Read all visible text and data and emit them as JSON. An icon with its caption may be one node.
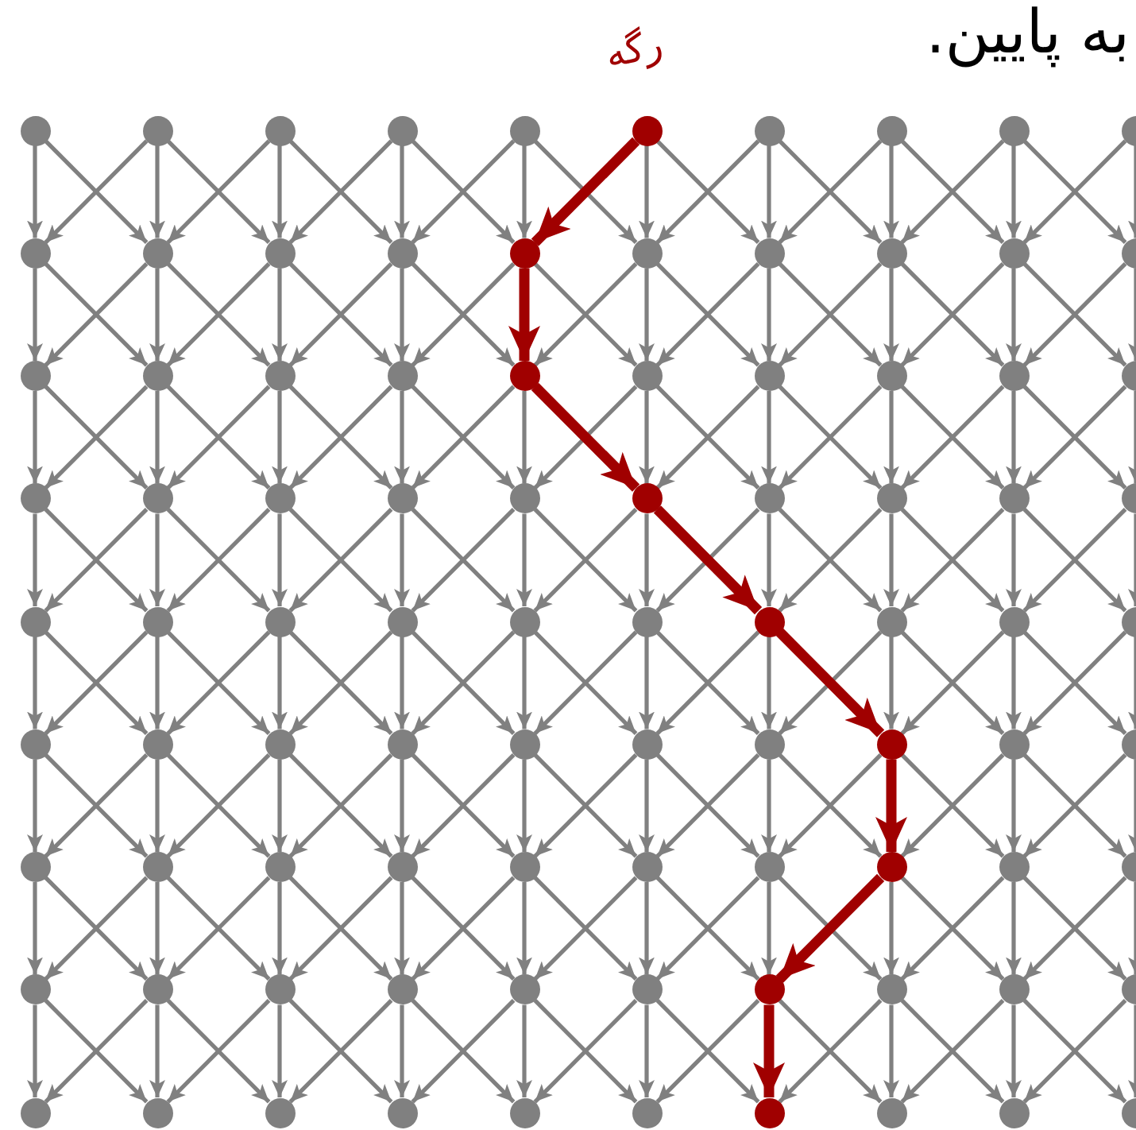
{
  "diagram": {
    "nodes": [
      {
        "text": [],
        "shape": "circle"
      },
      {
        "text": [],
        "shape": "circle"
      },
      {
        "text": [],
        "shape": "circle"
      },
      {
        "text": [],
        "shape": "circle"
      },
      {
        "text": [],
        "shape": "circle"
      },
      {
        "text": [],
        "shape": "circle",
        "beside": [
          "رگه"
        ]
      },
      {
        "text": [],
        "shape": "circle"
      },
      {
        "text": [],
        "shape": "circle"
      },
      {
        "text": [],
        "shape": "circle"
      },
      {
        "text": [],
        "shape": "circle"
      },
      {
        "text": [],
        "shape": "circle"
      },
      {
        "text": [],
        "shape": "circle"
      },
      {
        "text": [],
        "shape": "circle"
      },
      {
        "text": [],
        "shape": "circle"
      },
      {
        "text": [],
        "shape": "circle"
      },
      {
        "text": [],
        "shape": "circle"
      },
      {
        "text": [],
        "shape": "circle"
      },
      {
        "text": [],
        "shape": "circle"
      },
      {
        "text": [],
        "shape": "circle"
      },
      {
        "text": [],
        "shape": "circle"
      },
      {
        "text": [],
        "shape": "circle"
      },
      {
        "text": [],
        "shape": "circle"
      },
      {
        "text": [],
        "shape": "circle"
      },
      {
        "text": [],
        "shape": "circle"
      },
      {
        "text": [],
        "shape": "circle"
      },
      {
        "text": [],
        "shape": "circle"
      },
      {
        "text": [],
        "shape": "circle"
      },
      {
        "text": [],
        "shape": "circle"
      },
      {
        "text": [],
        "shape": "circle"
      },
      {
        "text": [],
        "shape": "circle"
      },
      {
        "text": [],
        "shape": "circle"
      },
      {
        "text": [],
        "shape": "circle"
      },
      {
        "text": [],
        "shape": "circle"
      },
      {
        "text": [],
        "shape": "circle"
      },
      {
        "text": [],
        "shape": "circle"
      },
      {
        "text": [],
        "shape": "circle"
      },
      {
        "text": [],
        "shape": "circle"
      },
      {
        "text": [],
        "shape": "circle"
      },
      {
        "text": [],
        "shape": "circle"
      },
      {
        "text": [],
        "shape": "circle"
      },
      {
        "text": [],
        "shape": "circle"
      },
      {
        "text": [],
        "shape": "circle"
      },
      {
        "text": [],
        "shape": "circle"
      },
      {
        "text": [],
        "shape": "circle"
      },
      {
        "text": [],
        "shape": "circle"
      },
      {
        "text": [],
        "shape": "circle"
      },
      {
        "text": [],
        "shape": "circle"
      },
      {
        "text": [],
        "shape": "circle"
      },
      {
        "text": [],
        "shape": "circle"
      },
      {
        "text": [],
        "shape": "circle"
      },
      {
        "text": [],
        "shape": "circle"
      },
      {
        "text": [],
        "shape": "circle"
      },
      {
        "text": [],
        "shape": "circle"
      },
      {
        "text": [],
        "shape": "circle"
      },
      {
        "text": [],
        "shape": "circle"
      },
      {
        "text": [],
        "shape": "circle"
      },
      {
        "text": [],
        "shape": "circle"
      },
      {
        "text": [],
        "shape": "circle"
      },
      {
        "text": [],
        "shape": "circle"
      },
      {
        "text": [],
        "shape": "circle"
      },
      {
        "text": [],
        "shape": "circle"
      },
      {
        "text": [],
        "shape": "circle"
      },
      {
        "text": [],
        "shape": "circle"
      },
      {
        "text": [],
        "shape": "circle"
      },
      {
        "text": [],
        "shape": "circle"
      },
      {
        "text": [],
        "shape": "circle"
      },
      {
        "text": [],
        "shape": "circle"
      },
      {
        "text": [],
        "shape": "circle"
      },
      {
        "text": [],
        "shape": "circle"
      },
      {
        "text": [],
        "shape": "circle"
      },
      {
        "text": [],
        "shape": "circle"
      },
      {
        "text": [],
        "shape": "circle"
      },
      {
        "text": [],
        "shape": "circle"
      },
      {
        "text": [],
        "shape": "circle"
      },
      {
        "text": [],
        "shape": "circle"
      },
      {
        "text": [],
        "shape": "circle"
      },
      {
        "text": [],
        "shape": "circle"
      },
      {
        "text": [],
        "shape": "circle"
      },
      {
        "text": [],
        "shape": "circle"
      },
      {
        "text": [],
        "shape": "circle"
      },
      {
        "text": [],
        "shape": "circle"
      },
      {
        "text": [],
        "shape": "circle"
      },
      {
        "text": [],
        "shape": "circle"
      },
      {
        "text": [],
        "shape": "circle"
      },
      {
        "text": [],
        "shape": "circle"
      },
      {
        "text": [],
        "shape": "circle"
      },
      {
        "text": [],
        "shape": "circle"
      },
      {
        "text": [],
        "shape": "circle"
      },
      {
        "text": [],
        "shape": "circle"
      },
      {
        "text": [],
        "shape": "circle"
      }
    ],
    "edges": [
      {
        "from": 0,
        "to": 10,
        "arrow": "to"
      },
      {
        "from": 0,
        "to": 11,
        "arrow": "to"
      },
      {
        "from": 1,
        "to": 10,
        "arrow": "to"
      },
      {
        "from": 1,
        "to": 11,
        "arrow": "to"
      },
      {
        "from": 1,
        "to": 12,
        "arrow": "to"
      },
      {
        "from": 2,
        "to": 11,
        "arrow": "to"
      },
      {
        "from": 2,
        "to": 12,
        "arrow": "to"
      },
      {
        "from": 2,
        "to": 13,
        "arrow": "to"
      },
      {
        "from": 3,
        "to": 12,
        "arrow": "to"
      },
      {
        "from": 3,
        "to": 13,
        "arrow": "to"
      },
      {
        "from": 3,
        "to": 14,
        "arrow": "to"
      },
      {
        "from": 4,
        "to": 13,
        "arrow": "to"
      },
      {
        "from": 4,
        "to": 14,
        "arrow": "to"
      },
      {
        "from": 4,
        "to": 15,
        "arrow": "to"
      },
      {
        "from": 5,
        "to": 14,
        "arrow": "to",
        "style": "thick",
        "color": "#a00000"
      },
      {
        "from": 5,
        "to": 15,
        "arrow": "to"
      },
      {
        "from": 5,
        "to": 16,
        "arrow": "to"
      },
      {
        "from": 6,
        "to": 15,
        "arrow": "to"
      },
      {
        "from": 6,
        "to": 16,
        "arrow": "to"
      },
      {
        "from": 6,
        "to": 17,
        "arrow": "to"
      },
      {
        "from": 7,
        "to": 16,
        "arrow": "to"
      },
      {
        "from": 7,
        "to": 17,
        "arrow": "to"
      },
      {
        "from": 7,
        "to": 18,
        "arrow": "to"
      },
      {
        "from": 8,
        "to": 17,
        "arrow": "to"
      },
      {
        "from": 8,
        "to": 18,
        "arrow": "to"
      },
      {
        "from": 8,
        "to": 19,
        "arrow": "to"
      },
      {
        "from": 9,
        "to": 18,
        "arrow": "to"
      },
      {
        "from": 9,
        "to": 19,
        "arrow": "to"
      },
      {
        "from": 10,
        "to": 20,
        "arrow": "to"
      },
      {
        "from": 10,
        "to": 21,
        "arrow": "to"
      },
      {
        "from": 11,
        "to": 20,
        "arrow": "to"
      },
      {
        "from": 11,
        "to": 21,
        "arrow": "to"
      },
      {
        "from": 11,
        "to": 22,
        "arrow": "to"
      },
      {
        "from": 12,
        "to": 21,
        "arrow": "to"
      },
      {
        "from": 12,
        "to": 22,
        "arrow": "to"
      },
      {
        "from": 12,
        "to": 23,
        "arrow": "to"
      },
      {
        "from": 13,
        "to": 22,
        "arrow": "to"
      },
      {
        "from": 13,
        "to": 23,
        "arrow": "to"
      },
      {
        "from": 13,
        "to": 24,
        "arrow": "to"
      },
      {
        "from": 14,
        "to": 23,
        "arrow": "to"
      },
      {
        "from": 14,
        "to": 24,
        "arrow": "to",
        "style": "thick",
        "color": "#a00000"
      },
      {
        "from": 14,
        "to": 25,
        "arrow": "to"
      },
      {
        "from": 15,
        "to": 24,
        "arrow": "to"
      },
      {
        "from": 15,
        "to": 25,
        "arrow": "to"
      },
      {
        "from": 15,
        "to": 26,
        "arrow": "to"
      },
      {
        "from": 16,
        "to": 25,
        "arrow": "to"
      },
      {
        "from": 16,
        "to": 26,
        "arrow": "to"
      },
      {
        "from": 16,
        "to": 27,
        "arrow": "to"
      },
      {
        "from": 17,
        "to": 26,
        "arrow": "to"
      },
      {
        "from": 17,
        "to": 27,
        "arrow": "to"
      },
      {
        "from": 17,
        "to": 28,
        "arrow": "to"
      },
      {
        "from": 18,
        "to": 27,
        "arrow": "to"
      },
      {
        "from": 18,
        "to": 28,
        "arrow": "to"
      },
      {
        "from": 18,
        "to": 29,
        "arrow": "to"
      },
      {
        "from": 19,
        "to": 28,
        "arrow": "to"
      },
      {
        "from": 19,
        "to": 29,
        "arrow": "to"
      },
      {
        "from": 20,
        "to": 30,
        "arrow": "to"
      },
      {
        "from": 20,
        "to": 31,
        "arrow": "to"
      },
      {
        "from": 21,
        "to": 30,
        "arrow": "to"
      },
      {
        "from": 21,
        "to": 31,
        "arrow": "to"
      },
      {
        "from": 21,
        "to": 32,
        "arrow": "to"
      },
      {
        "from": 22,
        "to": 31,
        "arrow": "to"
      },
      {
        "from": 22,
        "to": 32,
        "arrow": "to"
      },
      {
        "from": 22,
        "to": 33,
        "arrow": "to"
      },
      {
        "from": 23,
        "to": 32,
        "arrow": "to"
      },
      {
        "from": 23,
        "to": 33,
        "arrow": "to"
      },
      {
        "from": 23,
        "to": 34,
        "arrow": "to"
      },
      {
        "from": 24,
        "to": 33,
        "arrow": "to"
      },
      {
        "from": 24,
        "to": 34,
        "arrow": "to"
      },
      {
        "from": 24,
        "to": 35,
        "arrow": "to",
        "style": "thick",
        "color": "#a00000"
      },
      {
        "from": 25,
        "to": 34,
        "arrow": "to"
      },
      {
        "from": 25,
        "to": 35,
        "arrow": "to"
      },
      {
        "from": 25,
        "to": 36,
        "arrow": "to"
      },
      {
        "from": 26,
        "to": 35,
        "arrow": "to"
      },
      {
        "from": 26,
        "to": 36,
        "arrow": "to"
      },
      {
        "from": 26,
        "to": 37,
        "arrow": "to"
      },
      {
        "from": 27,
        "to": 36,
        "arrow": "to"
      },
      {
        "from": 27,
        "to": 37,
        "arrow": "to"
      },
      {
        "from": 27,
        "to": 38,
        "arrow": "to"
      },
      {
        "from": 28,
        "to": 37,
        "arrow": "to"
      },
      {
        "from": 28,
        "to": 38,
        "arrow": "to"
      },
      {
        "from": 28,
        "to": 39,
        "arrow": "to"
      },
      {
        "from": 29,
        "to": 38,
        "arrow": "to"
      },
      {
        "from": 29,
        "to": 39,
        "arrow": "to"
      },
      {
        "from": 30,
        "to": 40,
        "arrow": "to"
      },
      {
        "from": 30,
        "to": 41,
        "arrow": "to"
      },
      {
        "from": 31,
        "to": 40,
        "arrow": "to"
      },
      {
        "from": 31,
        "to": 41,
        "arrow": "to"
      },
      {
        "from": 31,
        "to": 42,
        "arrow": "to"
      },
      {
        "from": 32,
        "to": 41,
        "arrow": "to"
      },
      {
        "from": 32,
        "to": 42,
        "arrow": "to"
      },
      {
        "from": 32,
        "to": 43,
        "arrow": "to"
      },
      {
        "from": 33,
        "to": 42,
        "arrow": "to"
      },
      {
        "from": 33,
        "to": 43,
        "arrow": "to"
      },
      {
        "from": 33,
        "to": 44,
        "arrow": "to"
      },
      {
        "from": 34,
        "to": 43,
        "arrow": "to"
      },
      {
        "from": 34,
        "to": 44,
        "arrow": "to"
      },
      {
        "from": 34,
        "to": 45,
        "arrow": "to"
      },
      {
        "from": 35,
        "to": 44,
        "arrow": "to"
      },
      {
        "from": 35,
        "to": 45,
        "arrow": "to"
      },
      {
        "from": 35,
        "to": 46,
        "arrow": "to",
        "style": "thick",
        "color": "#a00000"
      },
      {
        "from": 36,
        "to": 45,
        "arrow": "to"
      },
      {
        "from": 36,
        "to": 46,
        "arrow": "to"
      },
      {
        "from": 36,
        "to": 47,
        "arrow": "to"
      },
      {
        "from": 37,
        "to": 46,
        "arrow": "to"
      },
      {
        "from": 37,
        "to": 47,
        "arrow": "to"
      },
      {
        "from": 37,
        "to": 48,
        "arrow": "to"
      },
      {
        "from": 38,
        "to": 47,
        "arrow": "to"
      },
      {
        "from": 38,
        "to": 48,
        "arrow": "to"
      },
      {
        "from": 38,
        "to": 49,
        "arrow": "to"
      },
      {
        "from": 39,
        "to": 48,
        "arrow": "to"
      },
      {
        "from": 39,
        "to": 49,
        "arrow": "to"
      },
      {
        "from": 40,
        "to": 50,
        "arrow": "to"
      },
      {
        "from": 40,
        "to": 51,
        "arrow": "to"
      },
      {
        "from": 41,
        "to": 50,
        "arrow": "to"
      },
      {
        "from": 41,
        "to": 51,
        "arrow": "to"
      },
      {
        "from": 41,
        "to": 52,
        "arrow": "to"
      },
      {
        "from": 42,
        "to": 51,
        "arrow": "to"
      },
      {
        "from": 42,
        "to": 52,
        "arrow": "to"
      },
      {
        "from": 42,
        "to": 53,
        "arrow": "to"
      },
      {
        "from": 43,
        "to": 52,
        "arrow": "to"
      },
      {
        "from": 43,
        "to": 53,
        "arrow": "to"
      },
      {
        "from": 43,
        "to": 54,
        "arrow": "to"
      },
      {
        "from": 44,
        "to": 53,
        "arrow": "to"
      },
      {
        "from": 44,
        "to": 54,
        "arrow": "to"
      },
      {
        "from": 44,
        "to": 55,
        "arrow": "to"
      },
      {
        "from": 45,
        "to": 54,
        "arrow": "to"
      },
      {
        "from": 45,
        "to": 55,
        "arrow": "to"
      },
      {
        "from": 45,
        "to": 56,
        "arrow": "to"
      },
      {
        "from": 46,
        "to": 55,
        "arrow": "to"
      },
      {
        "from": 46,
        "to": 56,
        "arrow": "to"
      },
      {
        "from": 46,
        "to": 57,
        "arrow": "to",
        "style": "thick",
        "color": "#a00000"
      },
      {
        "from": 47,
        "to": 56,
        "arrow": "to"
      },
      {
        "from": 47,
        "to": 57,
        "arrow": "to"
      },
      {
        "from": 47,
        "to": 58,
        "arrow": "to"
      },
      {
        "from": 48,
        "to": 57,
        "arrow": "to"
      },
      {
        "from": 48,
        "to": 58,
        "arrow": "to"
      },
      {
        "from": 48,
        "to": 59,
        "arrow": "to"
      },
      {
        "from": 49,
        "to": 58,
        "arrow": "to"
      },
      {
        "from": 49,
        "to": 59,
        "arrow": "to"
      },
      {
        "from": 50,
        "to": 60,
        "arrow": "to"
      },
      {
        "from": 50,
        "to": 61,
        "arrow": "to"
      },
      {
        "from": 51,
        "to": 60,
        "arrow": "to"
      },
      {
        "from": 51,
        "to": 61,
        "arrow": "to"
      },
      {
        "from": 51,
        "to": 62,
        "arrow": "to"
      },
      {
        "from": 52,
        "to": 61,
        "arrow": "to"
      },
      {
        "from": 52,
        "to": 62,
        "arrow": "to"
      },
      {
        "from": 52,
        "to": 63,
        "arrow": "to"
      },
      {
        "from": 53,
        "to": 62,
        "arrow": "to"
      },
      {
        "from": 53,
        "to": 63,
        "arrow": "to"
      },
      {
        "from": 53,
        "to": 64,
        "arrow": "to"
      },
      {
        "from": 54,
        "to": 63,
        "arrow": "to"
      },
      {
        "from": 54,
        "to": 64,
        "arrow": "to"
      },
      {
        "from": 54,
        "to": 65,
        "arrow": "to"
      },
      {
        "from": 55,
        "to": 64,
        "arrow": "to"
      },
      {
        "from": 55,
        "to": 65,
        "arrow": "to"
      },
      {
        "from": 55,
        "to": 66,
        "arrow": "to"
      },
      {
        "from": 56,
        "to": 65,
        "arrow": "to"
      },
      {
        "from": 56,
        "to": 66,
        "arrow": "to"
      },
      {
        "from": 56,
        "to": 67,
        "arrow": "to"
      },
      {
        "from": 57,
        "to": 66,
        "arrow": "to"
      },
      {
        "from": 57,
        "to": 67,
        "arrow": "to",
        "style": "thick",
        "color": "#a00000"
      },
      {
        "from": 57,
        "to": 68,
        "arrow": "to"
      },
      {
        "from": 58,
        "to": 67,
        "arrow": "to"
      },
      {
        "from": 58,
        "to": 68,
        "arrow": "to"
      },
      {
        "from": 58,
        "to": 69,
        "arrow": "to"
      },
      {
        "from": 59,
        "to": 68,
        "arrow": "to"
      },
      {
        "from": 59,
        "to": 69,
        "arrow": "to"
      },
      {
        "from": 60,
        "to": 70,
        "arrow": "to"
      },
      {
        "from": 60,
        "to": 71,
        "arrow": "to"
      },
      {
        "from": 61,
        "to": 70,
        "arrow": "to"
      },
      {
        "from": 61,
        "to": 71,
        "arrow": "to"
      },
      {
        "from": 61,
        "to": 72,
        "arrow": "to"
      },
      {
        "from": 62,
        "to": 71,
        "arrow": "to"
      },
      {
        "from": 62,
        "to": 72,
        "arrow": "to"
      },
      {
        "from": 62,
        "to": 73,
        "arrow": "to"
      },
      {
        "from": 63,
        "to": 72,
        "arrow": "to"
      },
      {
        "from": 63,
        "to": 73,
        "arrow": "to"
      },
      {
        "from": 63,
        "to": 74,
        "arrow": "to"
      },
      {
        "from": 64,
        "to": 73,
        "arrow": "to"
      },
      {
        "from": 64,
        "to": 74,
        "arrow": "to"
      },
      {
        "from": 64,
        "to": 75,
        "arrow": "to"
      },
      {
        "from": 65,
        "to": 74,
        "arrow": "to"
      },
      {
        "from": 65,
        "to": 75,
        "arrow": "to"
      },
      {
        "from": 65,
        "to": 76,
        "arrow": "to"
      },
      {
        "from": 66,
        "to": 75,
        "arrow": "to"
      },
      {
        "from": 66,
        "to": 76,
        "arrow": "to"
      },
      {
        "from": 66,
        "to": 77,
        "arrow": "to"
      },
      {
        "from": 67,
        "to": 76,
        "arrow": "to",
        "style": "thick",
        "color": "#a00000"
      },
      {
        "from": 67,
        "to": 77,
        "arrow": "to"
      },
      {
        "from": 67,
        "to": 78,
        "arrow": "to"
      },
      {
        "from": 68,
        "to": 77,
        "arrow": "to"
      },
      {
        "from": 68,
        "to": 78,
        "arrow": "to"
      },
      {
        "from": 68,
        "to": 79,
        "arrow": "to"
      },
      {
        "from": 69,
        "to": 78,
        "arrow": "to"
      },
      {
        "from": 69,
        "to": 79,
        "arrow": "to"
      },
      {
        "from": 70,
        "to": 80,
        "arrow": "to"
      },
      {
        "from": 70,
        "to": 81,
        "arrow": "to"
      },
      {
        "from": 71,
        "to": 80,
        "arrow": "to"
      },
      {
        "from": 71,
        "to": 81,
        "arrow": "to"
      },
      {
        "from": 71,
        "to": 82,
        "arrow": "to"
      },
      {
        "from": 72,
        "to": 81,
        "arrow": "to"
      },
      {
        "from": 72,
        "to": 82,
        "arrow": "to"
      },
      {
        "from": 72,
        "to": 83,
        "arrow": "to"
      },
      {
        "from": 73,
        "to": 82,
        "arrow": "to"
      },
      {
        "from": 73,
        "to": 83,
        "arrow": "to"
      },
      {
        "from": 73,
        "to": 84,
        "arrow": "to"
      },
      {
        "from": 74,
        "to": 83,
        "arrow": "to"
      },
      {
        "from": 74,
        "to": 84,
        "arrow": "to"
      },
      {
        "from": 74,
        "to": 85,
        "arrow": "to"
      },
      {
        "from": 75,
        "to": 84,
        "arrow": "to"
      },
      {
        "from": 75,
        "to": 85,
        "arrow": "to"
      },
      {
        "from": 75,
        "to": 86,
        "arrow": "to"
      },
      {
        "from": 76,
        "to": 85,
        "arrow": "to"
      },
      {
        "from": 76,
        "to": 86,
        "arrow": "to",
        "style": "thick",
        "color": "#a00000"
      },
      {
        "from": 76,
        "to": 87,
        "arrow": "to"
      },
      {
        "from": 77,
        "to": 86,
        "arrow": "to"
      },
      {
        "from": 77,
        "to": 87,
        "arrow": "to"
      },
      {
        "from": 77,
        "to": 88,
        "arrow": "to"
      },
      {
        "from": 78,
        "to": 87,
        "arrow": "to"
      },
      {
        "from": 78,
        "to": 88,
        "arrow": "to"
      },
      {
        "from": 78,
        "to": 89,
        "arrow": "to"
      },
      {
        "from": 79,
        "to": 88,
        "arrow": "to"
      },
      {
        "from": 79,
        "to": 89,
        "arrow": "to"
      }
    ],
    "labels": [
      "به پایین."
    ]
  }
}
